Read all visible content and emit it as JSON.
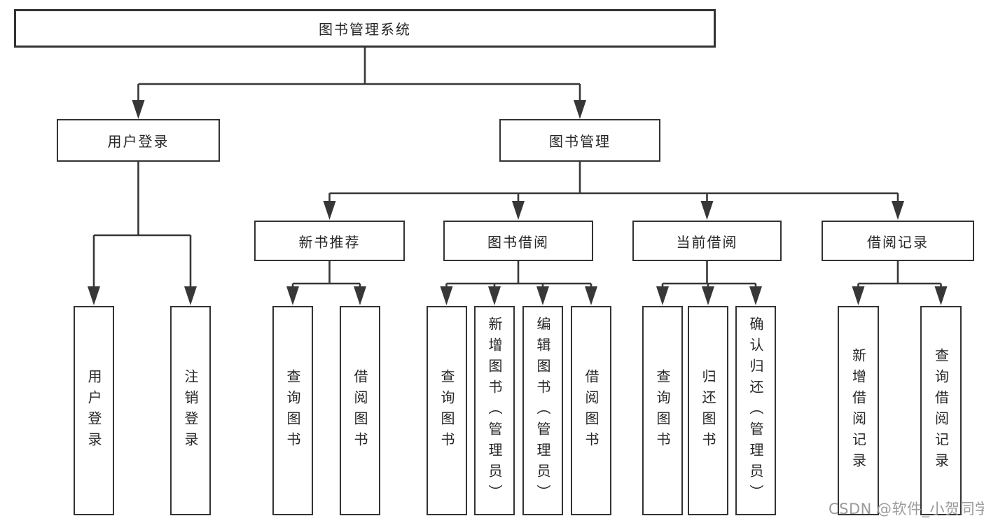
{
  "diagram": {
    "root": {
      "label": "图书管理系统"
    },
    "branches": [
      {
        "label": "用户登录",
        "leaves": [
          "用户登录",
          "注销登录"
        ]
      },
      {
        "label": "图书管理",
        "sections": [
          {
            "label": "新书推荐",
            "leaves": [
              "查询图书",
              "借阅图书"
            ]
          },
          {
            "label": "图书借阅",
            "leaves": [
              "查询图书",
              "新增图书（管理员）",
              "编辑图书（管理员）",
              "借阅图书"
            ]
          },
          {
            "label": "当前借阅",
            "leaves": [
              "查询图书",
              "归还图书",
              "确认归还（管理员）"
            ]
          },
          {
            "label": "借阅记录",
            "leaves": [
              "新增借阅记录",
              "查询借阅记录"
            ]
          }
        ]
      }
    ]
  },
  "watermark": {
    "text": "CSDN @软件_小贺同学"
  },
  "colors": {
    "line": "#373737",
    "border": "#333333",
    "box_bg": "#ffffff",
    "text": "#262626",
    "watermark": "#9b9b9b",
    "background": "#ffffff"
  }
}
